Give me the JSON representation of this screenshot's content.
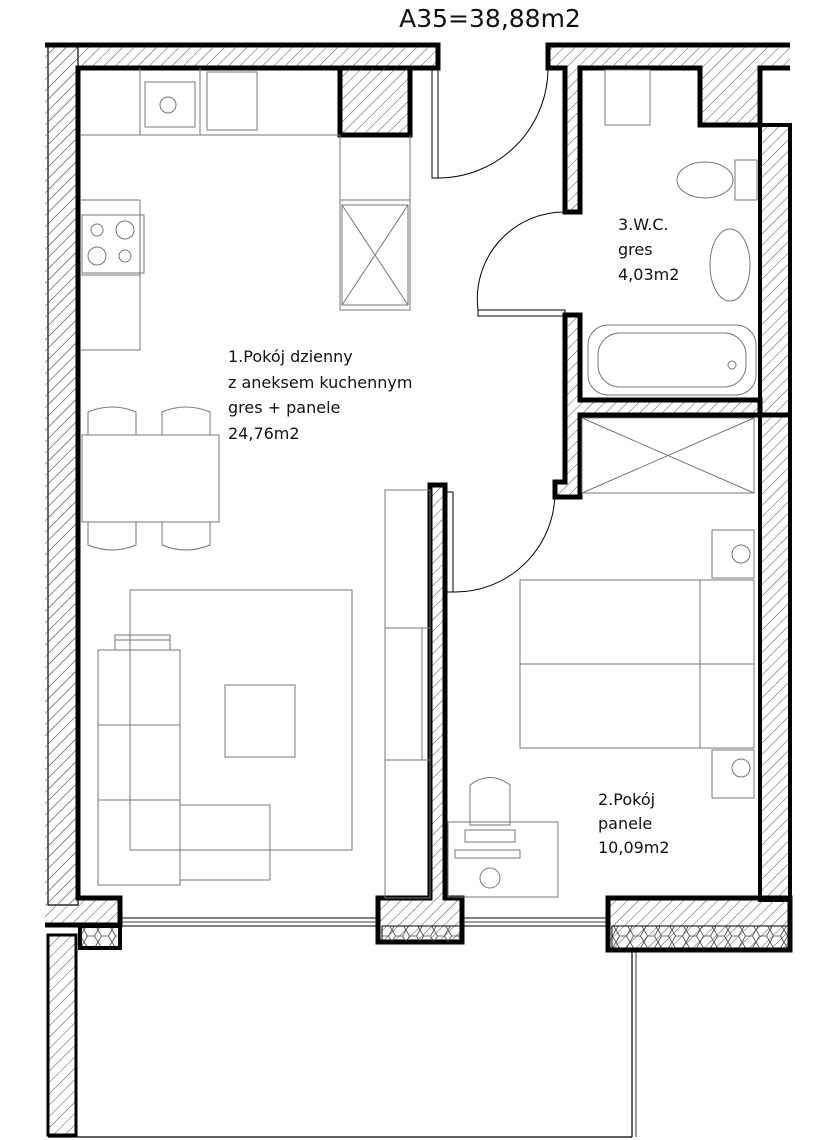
{
  "plan": {
    "title": "A35=38,88m2",
    "rooms": [
      {
        "lines": [
          "1.Pokój dzienny",
          "z aneksem kuchennym",
          "gres + panele",
          "24,76m2"
        ]
      },
      {
        "lines": [
          "2.Pokój",
          "panele",
          "10,09m2"
        ]
      },
      {
        "lines": [
          "3.W.C.",
          "gres",
          "4,03m2"
        ]
      }
    ]
  },
  "colors": {
    "wall": "#000000",
    "furniture": "#777777",
    "hatch": "#555555"
  }
}
